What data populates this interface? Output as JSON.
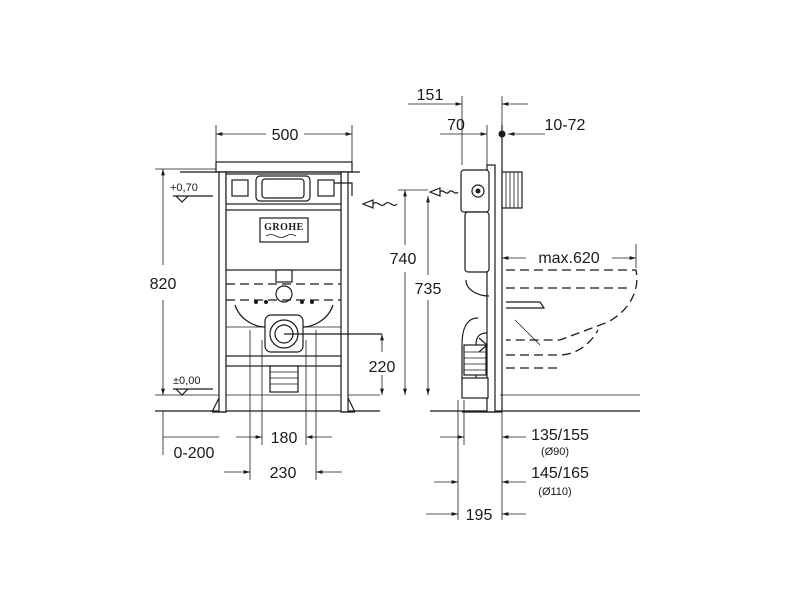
{
  "front_view": {
    "width_label": "500",
    "height_label": "820",
    "top_level_label": "+0,70",
    "floor_level_label": "±0,00",
    "inlet_height_label": "220",
    "offset_label": "0-200",
    "inner_spacing_label": "180",
    "outer_spacing_label": "230",
    "brand_label": "GROHE"
  },
  "side_view": {
    "depth_151_label": "151",
    "depth_70_label": "70",
    "wall_range_label": "10-72",
    "height_740_label": "740",
    "height_735_label": "735",
    "bowl_max_label": "max.620",
    "outlet_1_label": "135/155",
    "outlet_1_sub_label": "(Ø90)",
    "outlet_2_label": "145/165",
    "outlet_2_sub_label": "(Ø110)",
    "depth_195_label": "195"
  },
  "icons": [
    "water-inlet-arrow-icon",
    "level-marker-icon"
  ]
}
